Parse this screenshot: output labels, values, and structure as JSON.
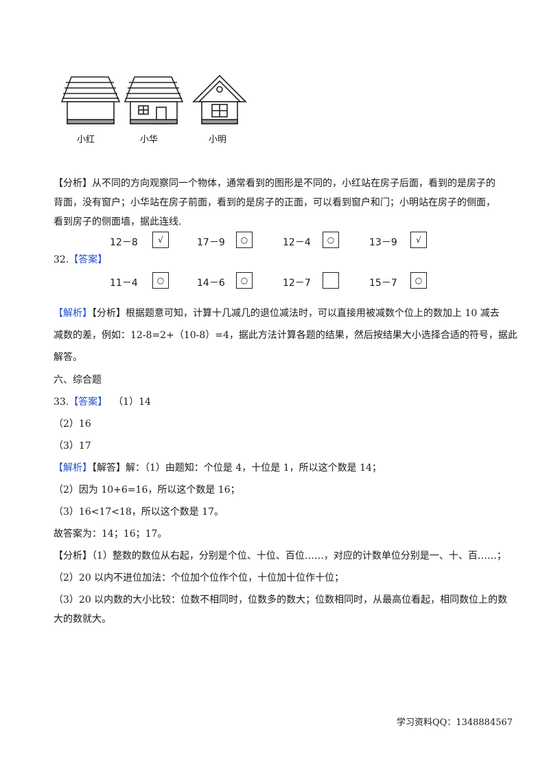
{
  "houses": {
    "labels": [
      "小红",
      "小华",
      "小明"
    ]
  },
  "q31_analysis": [
    "【分析】从不同的方向观察同一个物体，通常看到的图形是不同的，小红站在房子后面，看到的是房子的",
    "背面，没有窗户；小华站在房子前面，看到的是房子的正面，可以看到窗户和门；小明站在房子的侧面，",
    "看到房子的侧面墙，据此连线."
  ],
  "q32": {
    "number": "32.",
    "answer_tag": "【答案】",
    "row1": [
      {
        "expr": "12－8",
        "mark": "√"
      },
      {
        "expr": "17－9",
        "mark": "○"
      },
      {
        "expr": "12－4",
        "mark": "○"
      },
      {
        "expr": "13－9",
        "mark": "√"
      }
    ],
    "row2": [
      {
        "expr": "11－4",
        "mark": "○"
      },
      {
        "expr": "14－6",
        "mark": "○"
      },
      {
        "expr": "12－7",
        "mark": ""
      },
      {
        "expr": "15－7",
        "mark": "○"
      }
    ],
    "explain_tag": "【解析】",
    "explain_lines": [
      "【分析】根据题意可知，计算十几减几的退位减法时，可以直接用被减数个位上的数加上 10 减去",
      "减数的差，例如：12-8=2+（10-8）=4，据此方法计算各题的结果，然后按结果大小选择合适的符号，据此",
      "解答。"
    ]
  },
  "section6": "六、综合题",
  "q33": {
    "number": "33.",
    "answer_tag": "【答案】",
    "answers": [
      "（1）14",
      "（2）16",
      "（3）17"
    ],
    "explain_tag": "【解析】",
    "solution_lines": [
      "【解答】解：（1）由题知：个位是 4，十位是 1，所以这个数是 14；",
      "（2）因为 10+6=16，所以这个数是 16；",
      "（3）16<17<18，所以这个数是 17。",
      "故答案为：14；16；17。"
    ],
    "analysis_lines": [
      "【分析】（1）整数的数位从右起，分别是个位、十位、百位……，对应的计数单位分别是一、十、百……；",
      "（2）20 以内不进位加法：个位加个位作个位，十位加十位作十位；",
      "（3）20 以内数的大小比较：位数不相同时，位数多的数大；位数相同时，从最高位看起，相同数位上的数",
      "大的数就大。"
    ]
  },
  "footer": "学习资料QQ：1348884567"
}
